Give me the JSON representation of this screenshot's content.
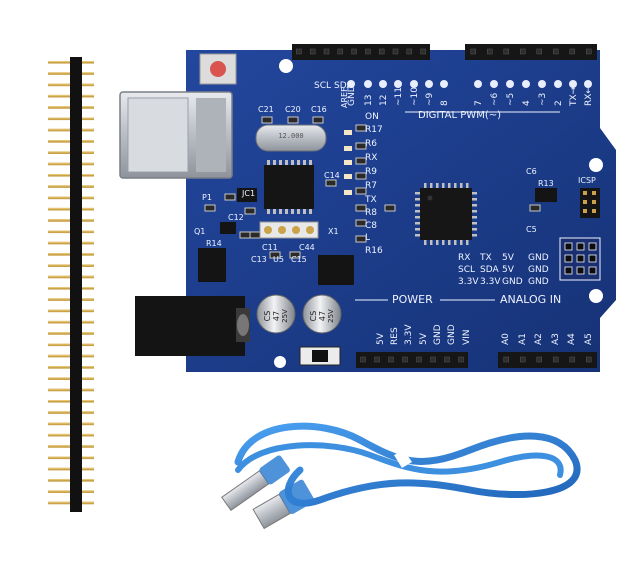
{
  "board": {
    "header_top_label": "DIGITAL PWM(~)",
    "digital_pins": [
      "GND",
      "13",
      "12",
      "~11",
      "~10",
      "~9",
      "8",
      "7",
      "~6",
      "~5",
      "4",
      "~3",
      "2",
      "TX→1",
      "RX←0"
    ],
    "i2c_pins": [
      "SCL",
      "SDA",
      "AREF"
    ],
    "led_labels": [
      "ON",
      "R17",
      "R6",
      "RX",
      "R9",
      "R7",
      "TX",
      "R8",
      "C8",
      "L",
      "R16"
    ],
    "components": [
      "C21",
      "C20",
      "C16",
      "C14",
      "JC1",
      "C12",
      "R14",
      "Q1",
      "P1",
      "C11",
      "C44",
      "C13",
      "U5",
      "C15",
      "X1",
      "C6",
      "R13",
      "C5",
      "ICSP"
    ],
    "crystal_text": "12.000",
    "power_label": "POWER",
    "analog_label": "ANALOG IN",
    "power_pins": [
      "5V",
      "RES",
      "3.3V",
      "5V",
      "GND",
      "GND",
      "VIN"
    ],
    "analog_pins": [
      "A0",
      "A1",
      "A2",
      "A3",
      "A4",
      "A5"
    ],
    "side_rows": [
      [
        "RX",
        "TX",
        "5V",
        "GND"
      ],
      [
        "SCL",
        "SDA",
        "5V",
        "GND"
      ],
      [
        "3.3V",
        "3.3V",
        "GND",
        "GND"
      ]
    ],
    "cap_text": [
      "CS",
      "47",
      "25V"
    ]
  },
  "colors": {
    "pcb": "#1c3a8c",
    "pcb_dark": "#132a6a",
    "header": "#1a1a1a",
    "gold": "#c9a24a",
    "cable": "#2f7fd4",
    "silver": "#c9ccd2",
    "reset_button": "#d9534f"
  }
}
